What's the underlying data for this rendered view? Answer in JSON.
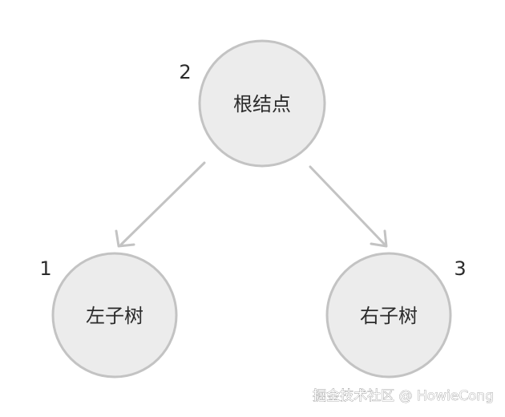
{
  "diagram": {
    "nodes": [
      {
        "id": "root",
        "label": "根结点",
        "order": "2"
      },
      {
        "id": "left",
        "label": "左子树",
        "order": "1"
      },
      {
        "id": "right",
        "label": "右子树",
        "order": "3"
      }
    ],
    "edges": [
      {
        "from": "root",
        "to": "left"
      },
      {
        "from": "root",
        "to": "right"
      }
    ]
  },
  "watermark": "掘金技术社区 @ HowieCong",
  "colors": {
    "node_fill": "#ececec",
    "node_stroke": "#c3c3c3",
    "edge": "#c3c3c3",
    "text": "#2b2b2b"
  }
}
